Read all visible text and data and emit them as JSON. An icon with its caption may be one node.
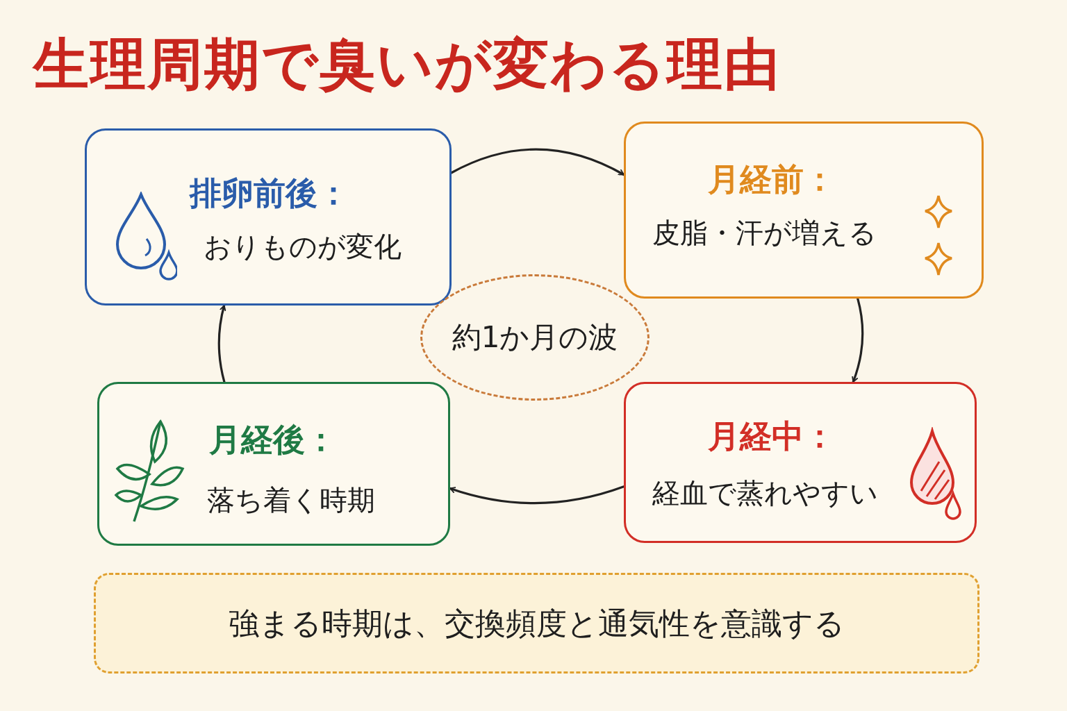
{
  "diagram": {
    "title": "生理周期で臭いが変わる理由",
    "nodes": [
      {
        "text": [
          "排卵前後：",
          "おりものが変化"
        ]
      },
      {
        "text": [
          "月経前：",
          "皮脂・汗が増える"
        ]
      },
      {
        "text": [
          "月経中：",
          "経血で蒸れやすい"
        ]
      },
      {
        "text": [
          "月経後：",
          "落ち着く時期"
        ]
      },
      {
        "text": [
          "約1か月の波"
        ]
      },
      {
        "text": [
          "強まる時期は、交換頻度と通気性を意識する"
        ]
      }
    ],
    "edges": [
      {
        "from": 0,
        "to": 1,
        "arrow": "to"
      },
      {
        "from": 1,
        "to": 2,
        "arrow": "to"
      },
      {
        "from": 2,
        "to": 3,
        "arrow": "to"
      },
      {
        "from": 3,
        "to": 0,
        "arrow": "to"
      }
    ]
  }
}
